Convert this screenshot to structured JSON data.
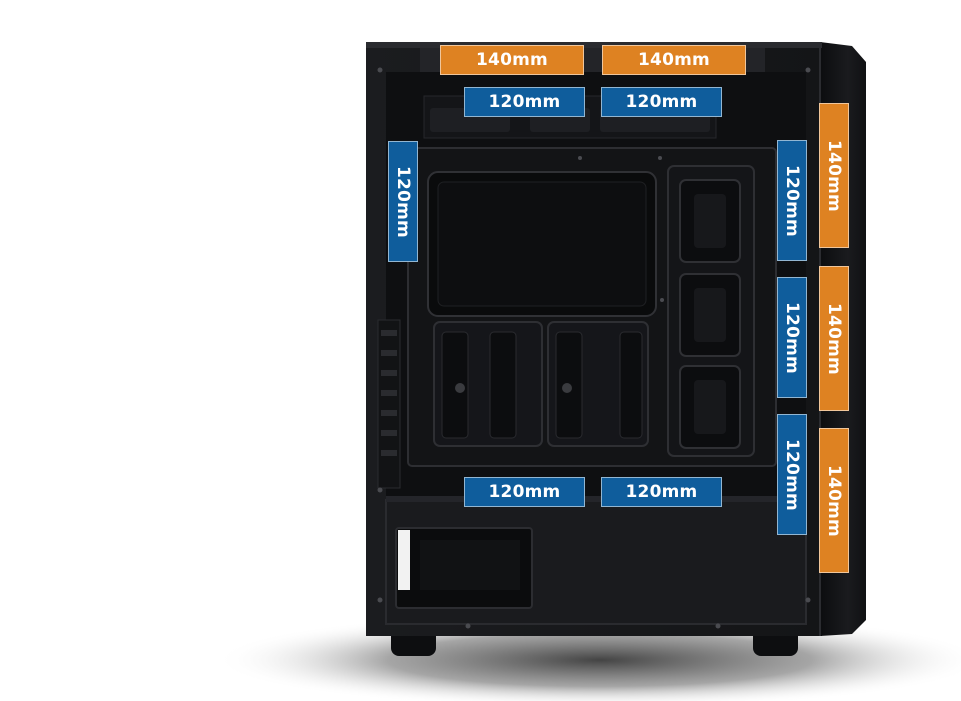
{
  "colors": {
    "radiator_140": "#de8222",
    "fan_120": "#0f5d9c",
    "case_body": "#17181a",
    "panel_dark": "#0d0e10"
  },
  "mount_labels": {
    "top_140_left": "140mm",
    "top_140_right": "140mm",
    "top_120_left": "120mm",
    "top_120_right": "120mm",
    "rear_120": "120mm",
    "front_120_upper": "120mm",
    "front_120_middle": "120mm",
    "front_120_lower": "120mm",
    "front_140_upper": "140mm",
    "front_140_middle": "140mm",
    "front_140_lower": "140mm",
    "bottom_120_left": "120mm",
    "bottom_120_right": "120mm"
  }
}
